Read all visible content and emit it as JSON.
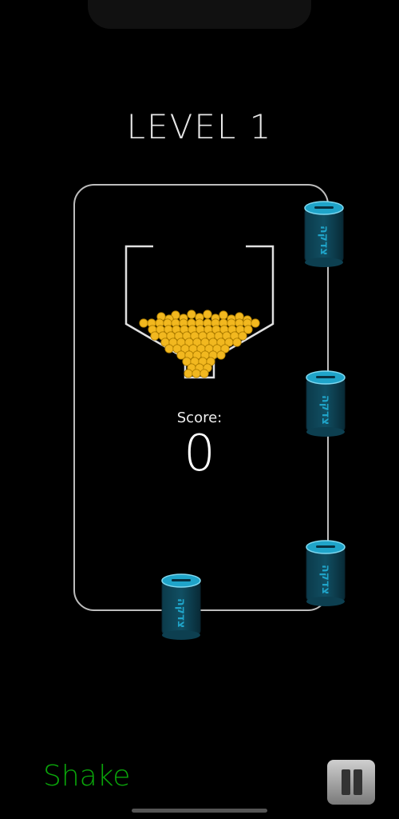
{
  "game": {
    "level_title": "LEVEL 1",
    "score_label": "Score:",
    "score_value": "0",
    "shake_label": "Shake",
    "cup_label": "צדקה"
  },
  "colors": {
    "ball": "#f2b81f",
    "cup": "#1fa4c9",
    "shake": "#0aa50a",
    "board_outline": "#bdbdbd"
  },
  "icons": {
    "pause": "pause-icon"
  }
}
